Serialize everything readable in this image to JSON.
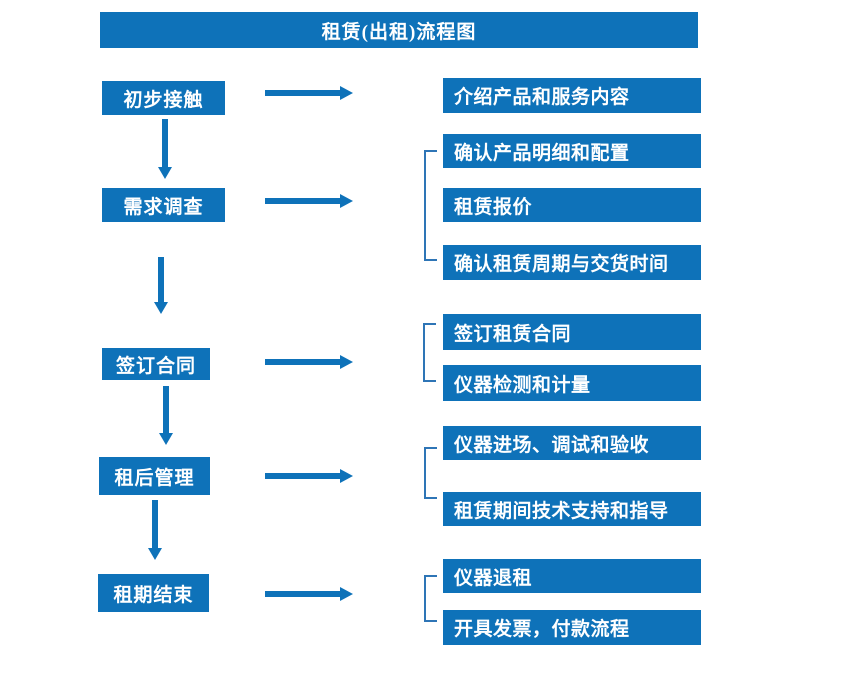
{
  "title": "租赁(出租)流程图",
  "colors": {
    "primary": "#0e72b9",
    "bracket_line": "#2e75b6",
    "box_text": "#ffffff",
    "background": "#ffffff"
  },
  "flow": {
    "stages": [
      {
        "label": "初步接触",
        "outputs": [
          "介绍产品和服务内容"
        ]
      },
      {
        "label": "需求调查",
        "outputs": [
          "确认产品明细和配置",
          "租赁报价",
          "确认租赁周期与交货时间"
        ]
      },
      {
        "label": "签订合同",
        "outputs": [
          "签订租赁合同",
          "仪器检测和计量"
        ]
      },
      {
        "label": "租后管理",
        "outputs": [
          "仪器进场、调试和验收",
          "租赁期间技术支持和指导"
        ]
      },
      {
        "label": "租期结束",
        "outputs": [
          "仪器退租",
          "开具发票，付款流程"
        ]
      }
    ]
  }
}
